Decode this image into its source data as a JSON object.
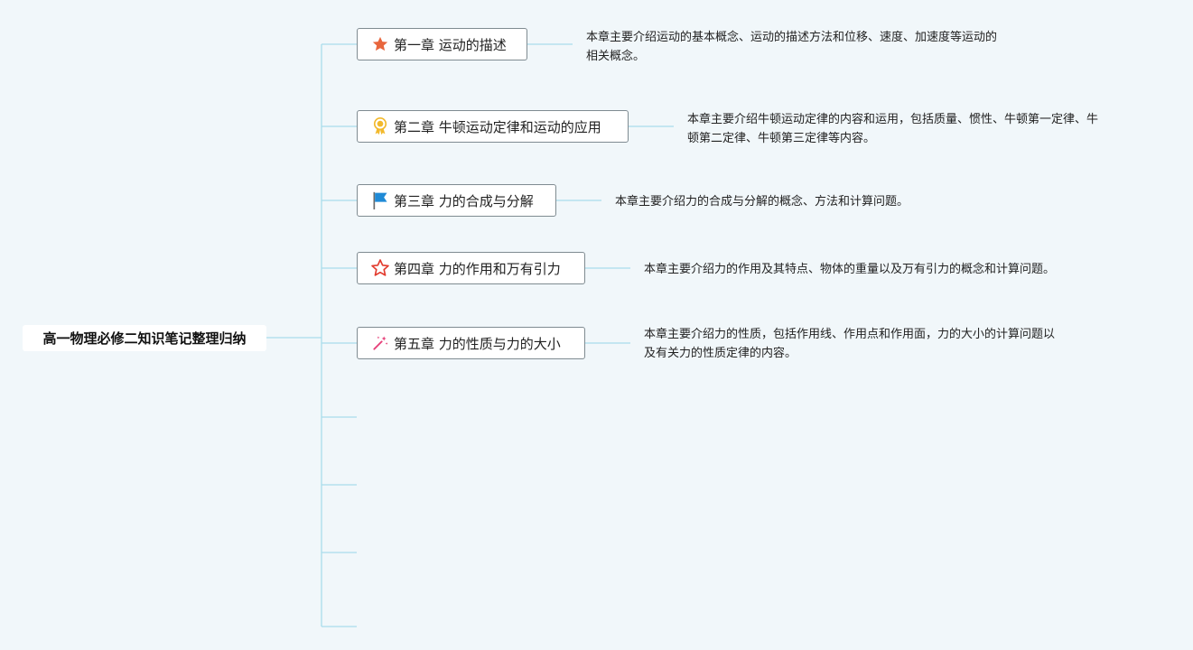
{
  "root": {
    "title": "高一物理必修二知识笔记整理归纳"
  },
  "chapters": [
    {
      "title": "第一章 运动的描述",
      "icon": "star-filled-icon",
      "icon_color": "#e8663d",
      "desc": [
        "本章主要介绍运动的基本概念、运动的描述方法和位移、速度、加速度等运动的",
        "相关概念。"
      ]
    },
    {
      "title": "第二章 牛顿运动定律和运动的应用",
      "icon": "medal-icon",
      "icon_color": "#f2b92c",
      "desc": [
        "本章主要介绍牛顿运动定律的内容和运用，包括质量、惯性、牛顿第一定律、牛",
        "顿第二定律、牛顿第三定律等内容。"
      ]
    },
    {
      "title": "第三章 力的合成与分解",
      "icon": "flag-icon",
      "icon_color": "#1f8ad6",
      "desc": [
        "本章主要介绍力的合成与分解的概念、方法和计算问题。"
      ]
    },
    {
      "title": "第四章 力的作用和万有引力",
      "icon": "star-outline-icon",
      "icon_color": "#e23b2e",
      "desc": [
        "本章主要介绍力的作用及其特点、物体的重量以及万有引力的概念和计算问题。"
      ]
    },
    {
      "title": "第五章 力的性质与力的大小",
      "icon": "magic-wand-icon",
      "icon_color": "#e6417a",
      "desc": [
        "本章主要介绍力的性质，包括作用线、作用点和作用面，力的大小的计算问题以",
        "及有关力的性质定律的内容。"
      ]
    }
  ],
  "colors": {
    "connector": "#a9dcec",
    "background": "#f1f7fa"
  }
}
